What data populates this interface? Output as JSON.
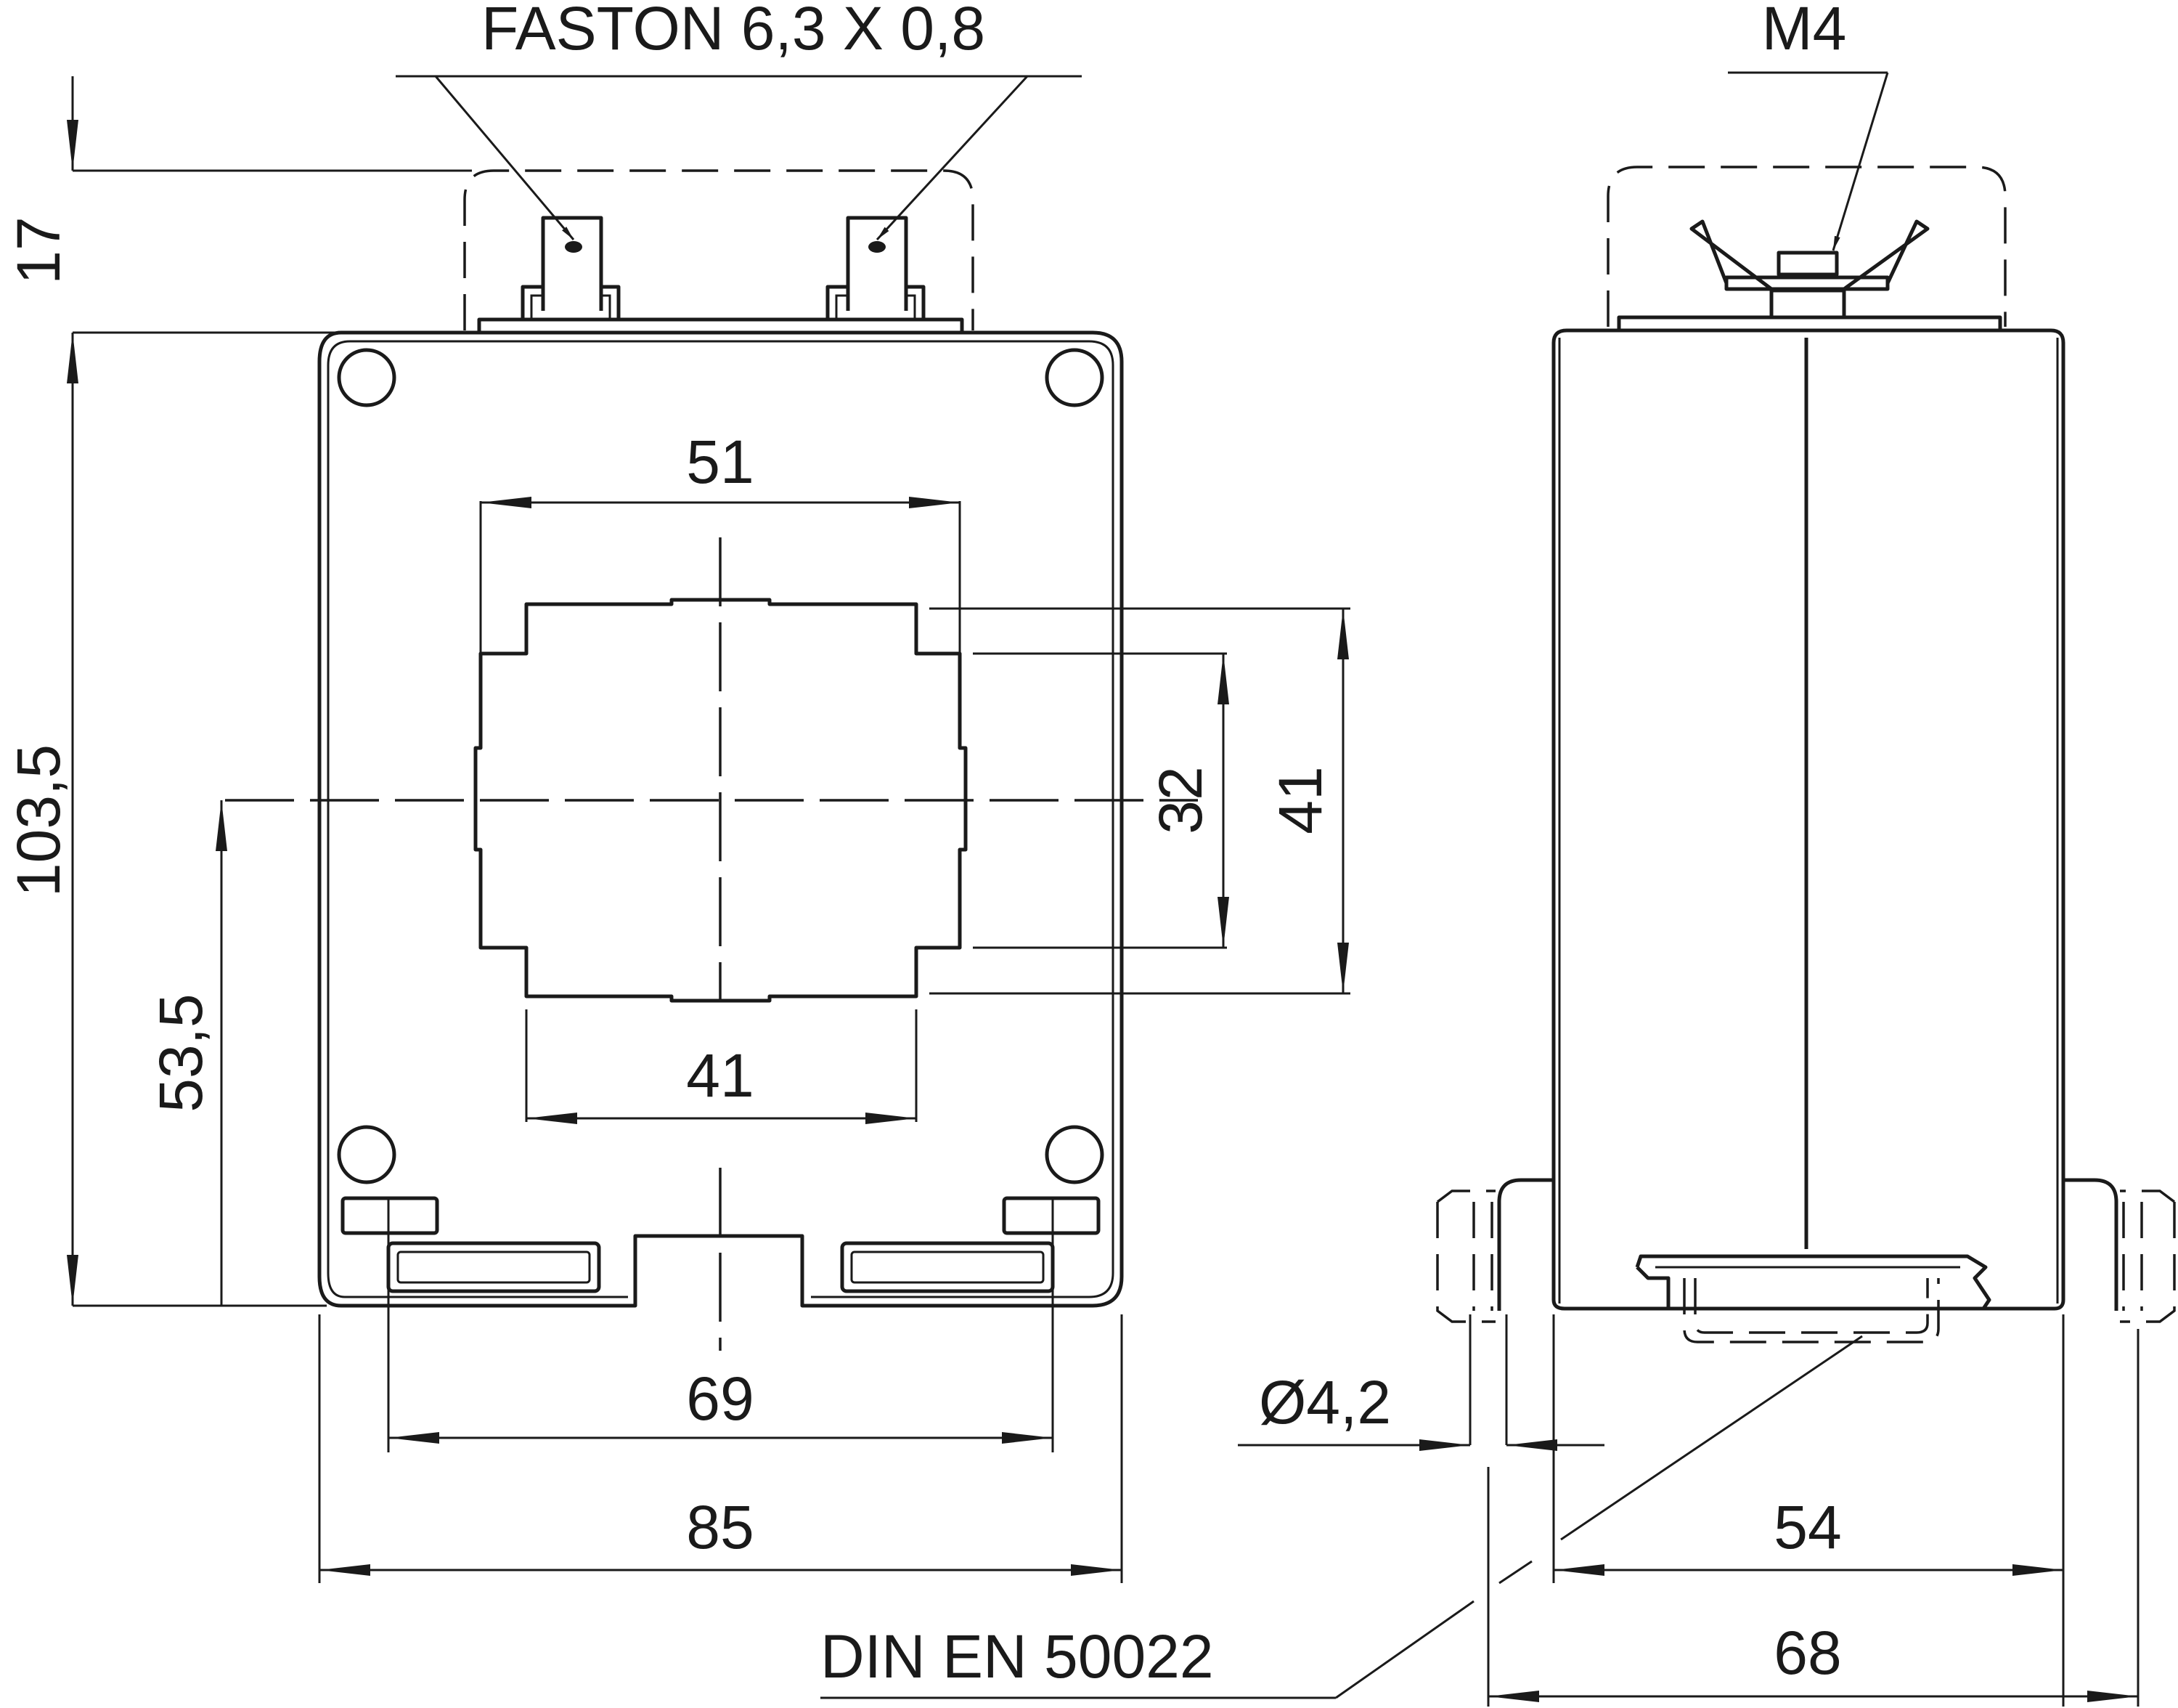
{
  "labels": {
    "faston": "FASTON 6,3 X 0,8",
    "screw": "M4",
    "standard": "DIN EN 50022",
    "hole": "Ø4,2"
  },
  "dimensions": {
    "terminal_height": "17",
    "total_height": "103,5",
    "window_width": "51",
    "window_height_inner": "32",
    "window_height_outer": "41",
    "window_width_lower": "41",
    "center_height": "53,5",
    "mount_spacing": "69",
    "body_width": "85",
    "side_depth": "54",
    "side_total_depth": "68"
  }
}
